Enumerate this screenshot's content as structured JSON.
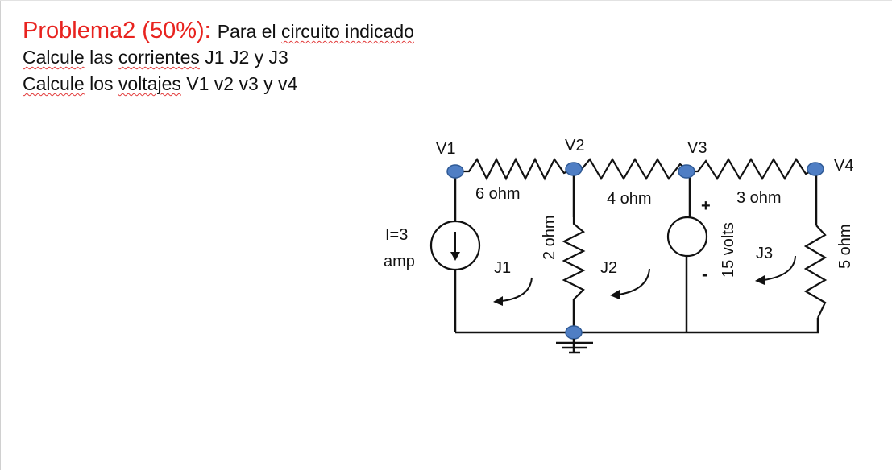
{
  "problem": {
    "title": "Problema2 (50%):",
    "intro_plain": "Para el ",
    "intro_squiggle": "circuito indicado",
    "line2_squiggle_a": "Calcule",
    "line2_plain_a": " las ",
    "line2_squiggle_b": "corrientes",
    "line2_plain_b": " J1 J2 y J3",
    "line3_squiggle_a": "Calcule",
    "line3_plain_a": " los ",
    "line3_squiggle_b": "voltajes",
    "line3_plain_b": " V1 v2 v3 y v4",
    "accent_color": "#e8231f"
  },
  "circuit": {
    "nodes": {
      "v1": "V1",
      "v2": "V2",
      "v3": "V3",
      "v4": "V4"
    },
    "resistors": {
      "r6": "6 ohm",
      "r4": "4 ohm",
      "r3": "3 ohm",
      "r2": "2 ohm",
      "r5": "5 ohm"
    },
    "current_source": {
      "line1": "I=3",
      "line2": "amp"
    },
    "voltage_source": {
      "label": "15 volts",
      "plus": "+",
      "minus": "-"
    },
    "loops": {
      "j1": "J1",
      "j2": "J2",
      "j3": "J3"
    },
    "node_color": "#4f7ec4"
  }
}
